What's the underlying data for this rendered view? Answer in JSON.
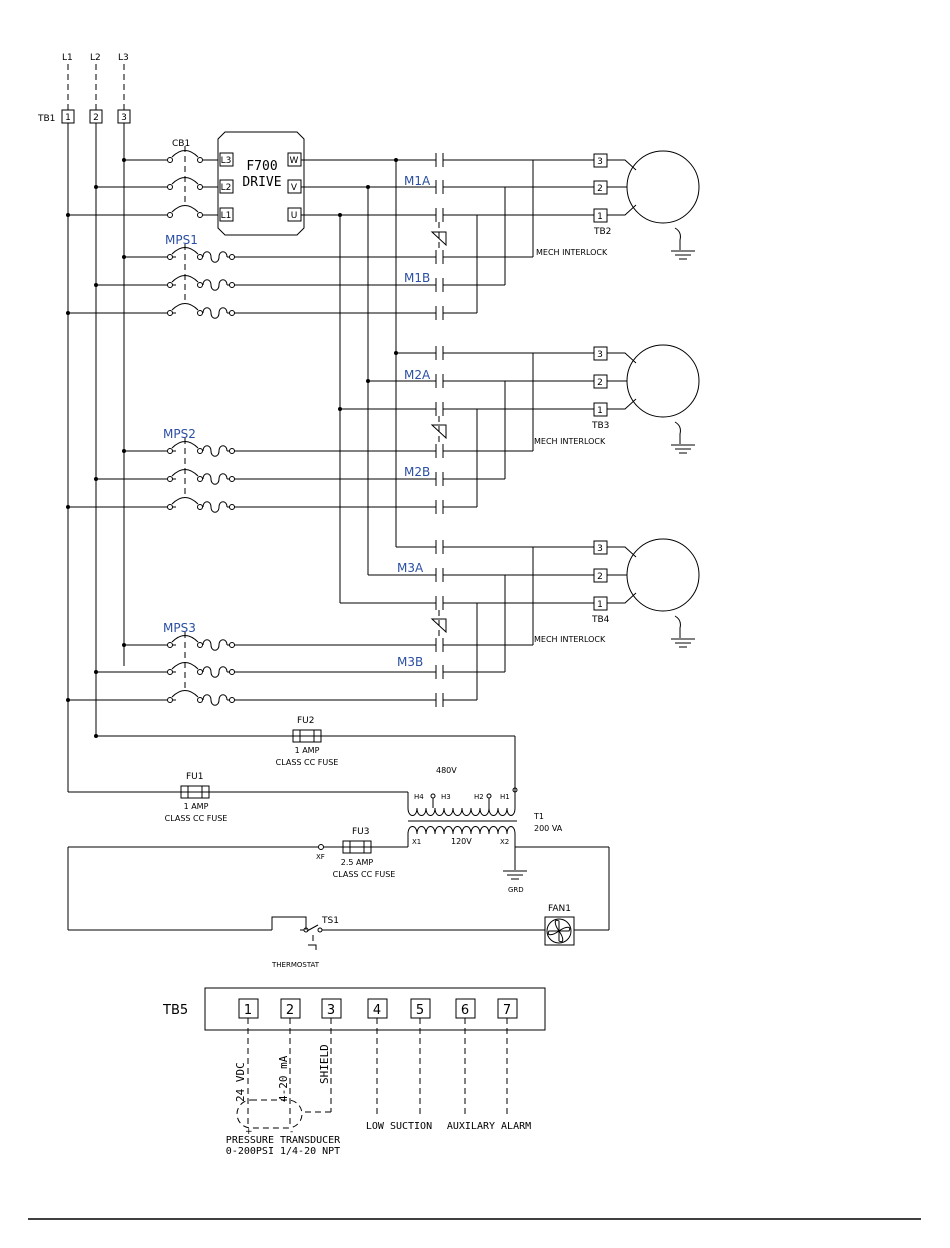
{
  "supply": {
    "lines": [
      "L1",
      "L2",
      "L3"
    ],
    "tb1_label": "TB1",
    "tb1_terminals": [
      "1",
      "2",
      "3"
    ]
  },
  "breaker": {
    "label": "CB1"
  },
  "drive": {
    "name_line1": "F700",
    "name_line2": "DRIVE",
    "inputs": [
      "L3",
      "L2",
      "L1"
    ],
    "outputs": [
      "W",
      "V",
      "U"
    ]
  },
  "motor_groups": [
    {
      "mps": "MPS1",
      "contactor_a": "M1A",
      "contactor_b": "M1B",
      "tb": "TB2",
      "interlock": "MECH INTERLOCK",
      "terminals": [
        "3",
        "2",
        "1"
      ]
    },
    {
      "mps": "MPS2",
      "contactor_a": "M2A",
      "contactor_b": "M2B",
      "tb": "TB3",
      "interlock": "MECH INTERLOCK",
      "terminals": [
        "3",
        "2",
        "1"
      ]
    },
    {
      "mps": "MPS3",
      "contactor_a": "M3A",
      "contactor_b": "M3B",
      "tb": "TB4",
      "interlock": "MECH INTERLOCK",
      "terminals": [
        "3",
        "2",
        "1"
      ]
    }
  ],
  "fuses": {
    "fu2": {
      "label": "FU2",
      "rating": "1 AMP",
      "class": "CLASS CC FUSE"
    },
    "fu1": {
      "label": "FU1",
      "rating": "1 AMP",
      "class": "CLASS CC FUSE"
    },
    "fu3": {
      "label": "FU3",
      "rating": "2.5 AMP",
      "class": "CLASS CC FUSE"
    }
  },
  "transformer": {
    "label": "T1",
    "rating": "200 VA",
    "primary_voltage": "480V",
    "secondary_voltage": "120V",
    "primary_taps": [
      "H4",
      "H3",
      "H2",
      "H1"
    ],
    "secondary_taps": [
      "X1",
      "X2"
    ],
    "xf": "XF",
    "ground": "GRD"
  },
  "fan": {
    "label": "FAN1"
  },
  "thermostat": {
    "label": "TS1",
    "caption": "THERMOSTAT"
  },
  "tb5": {
    "label": "TB5",
    "terminals": [
      "1",
      "2",
      "3",
      "4",
      "5",
      "6",
      "7"
    ],
    "wire_labels": [
      "24 VDC",
      "4-20 mA",
      "SHIELD"
    ],
    "plus": "+",
    "minus": "-",
    "transducer_line1": "PRESSURE TRANSDUCER",
    "transducer_line2": "0-200PSI 1/4-20 NPT",
    "low_suction": "LOW SUCTION",
    "aux_alarm": "AUXILARY ALARM"
  },
  "colors": {
    "ink": "#000000",
    "label_blue": "#2b4fa3"
  }
}
